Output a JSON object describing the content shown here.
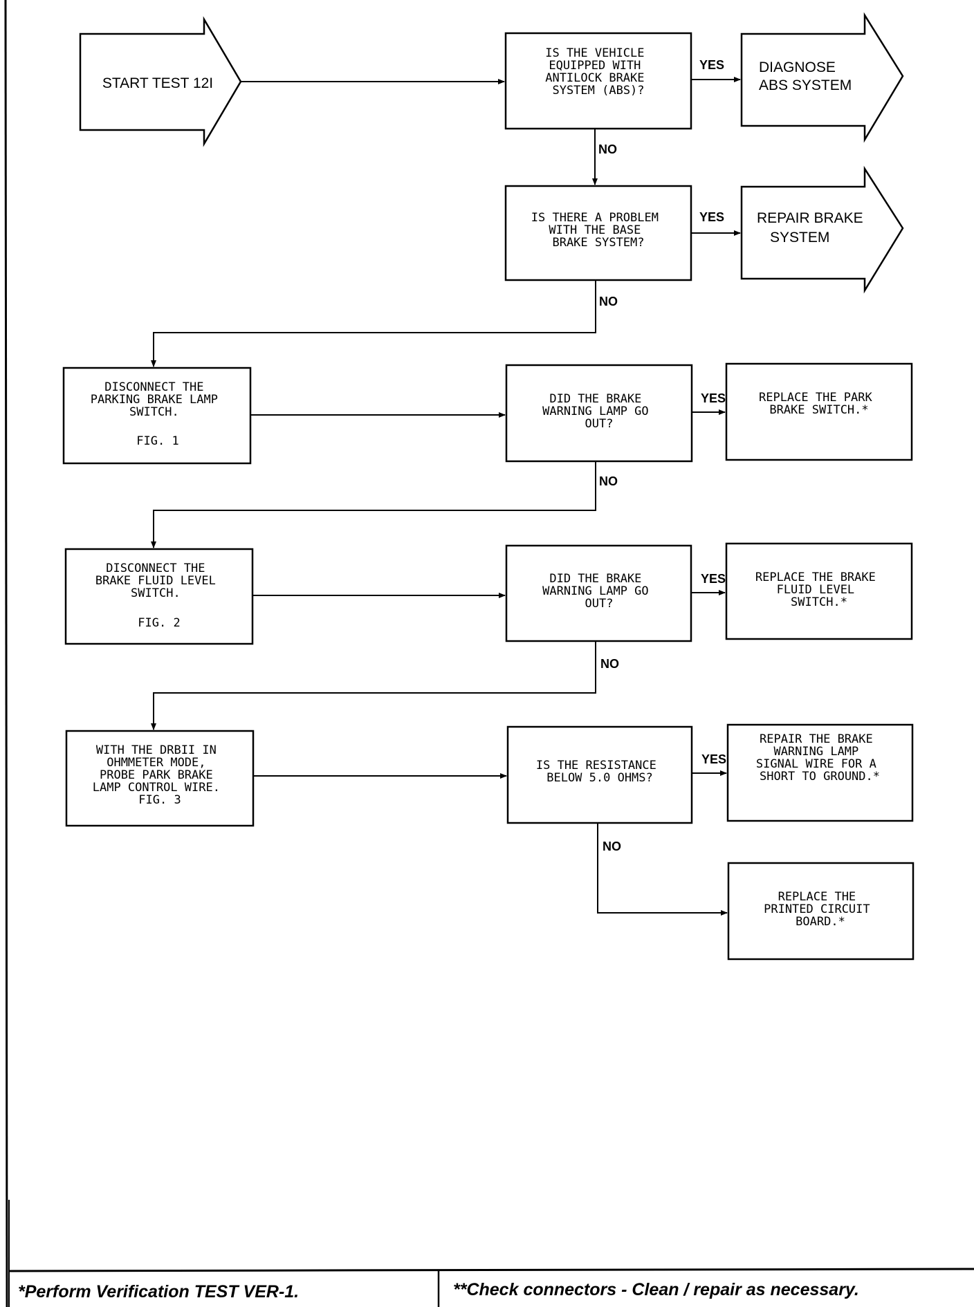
{
  "nodes": {
    "start": {
      "lines": [
        "START TEST 12I"
      ]
    },
    "q_abs": {
      "lines": [
        "IS THE VEHICLE",
        "EQUIPPED WITH",
        "ANTILOCK BRAKE",
        "SYSTEM (ABS)?"
      ]
    },
    "diag_abs": {
      "lines": [
        "DIAGNOSE",
        "ABS SYSTEM"
      ]
    },
    "q_base": {
      "lines": [
        "IS THERE A PROBLEM",
        "WITH THE BASE",
        "BRAKE SYSTEM?"
      ]
    },
    "repair_brake": {
      "lines": [
        "REPAIR BRAKE",
        "SYSTEM"
      ]
    },
    "disc_park": {
      "lines": [
        "DISCONNECT THE",
        "PARKING BRAKE LAMP",
        "SWITCH."
      ],
      "fig": "FIG. 1"
    },
    "q_lamp1": {
      "lines": [
        "DID THE BRAKE",
        "WARNING LAMP GO",
        "OUT?"
      ]
    },
    "repl_park": {
      "lines": [
        "REPLACE THE PARK",
        "BRAKE SWITCH.*"
      ]
    },
    "disc_fluid": {
      "lines": [
        "DISCONNECT THE",
        "BRAKE FLUID LEVEL",
        "SWITCH."
      ],
      "fig": "FIG. 2"
    },
    "q_lamp2": {
      "lines": [
        "DID THE BRAKE",
        "WARNING LAMP GO",
        "OUT?"
      ]
    },
    "repl_fluid": {
      "lines": [
        "REPLACE THE BRAKE",
        "FLUID LEVEL",
        "SWITCH.*"
      ]
    },
    "probe": {
      "lines": [
        "WITH THE DRBII IN",
        "OHMMETER MODE,",
        "PROBE PARK BRAKE",
        "LAMP CONTROL WIRE.",
        "FIG. 3"
      ]
    },
    "q_res": {
      "lines": [
        "IS THE RESISTANCE",
        "BELOW 5.0 OHMS?"
      ]
    },
    "repair_wire": {
      "lines": [
        "REPAIR THE BRAKE",
        "WARNING LAMP",
        "SIGNAL WIRE FOR A",
        "SHORT TO GROUND.*"
      ]
    },
    "repl_board": {
      "lines": [
        "REPLACE THE",
        "PRINTED CIRCUIT",
        "BOARD.*"
      ]
    }
  },
  "labels": {
    "yes": "YES",
    "no": "NO"
  },
  "footer": {
    "left": "*Perform Verification TEST VER-1.",
    "right": "**Check connectors - Clean / repair as necessary."
  }
}
